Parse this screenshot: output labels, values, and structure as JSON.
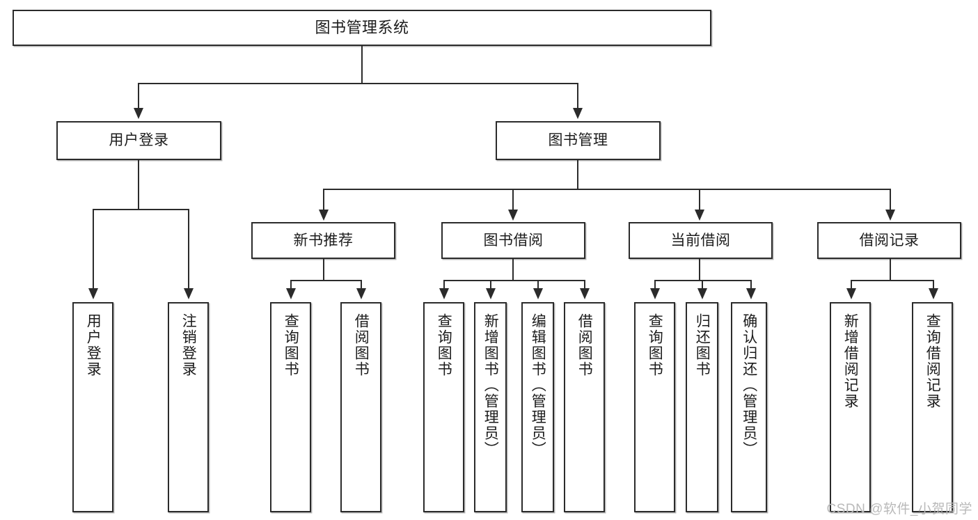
{
  "diagram": {
    "title": "图书管理系统",
    "type": "tree",
    "watermark": "CSDN @软件_小贺同学"
  },
  "nodes": {
    "root": {
      "label": "图书管理系统"
    },
    "level2": [
      {
        "id": "user-login",
        "label": "用户登录"
      },
      {
        "id": "book-manage",
        "label": "图书管理"
      }
    ],
    "level3": [
      {
        "id": "new-book-recommend",
        "label": "新书推荐"
      },
      {
        "id": "book-borrow",
        "label": "图书借阅"
      },
      {
        "id": "current-borrow",
        "label": "当前借阅"
      },
      {
        "id": "borrow-record",
        "label": "借阅记录"
      }
    ],
    "leaves": {
      "user_login": [
        {
          "id": "leaf-user-login",
          "label": "用户登录"
        },
        {
          "id": "leaf-logout-login",
          "label": "注销登录"
        }
      ],
      "new_book_recommend": [
        {
          "id": "leaf-query-book-1",
          "label": "查询图书"
        },
        {
          "id": "leaf-borrow-book-1",
          "label": "借阅图书"
        }
      ],
      "book_borrow": [
        {
          "id": "leaf-query-book-2",
          "label": "查询图书"
        },
        {
          "id": "leaf-add-book",
          "label": "新增图书（管理员）"
        },
        {
          "id": "leaf-edit-book",
          "label": "编辑图书（管理员）"
        },
        {
          "id": "leaf-borrow-book-2",
          "label": "借阅图书"
        }
      ],
      "current_borrow": [
        {
          "id": "leaf-query-book-3",
          "label": "查询图书"
        },
        {
          "id": "leaf-return-book",
          "label": "归还图书"
        },
        {
          "id": "leaf-confirm-return",
          "label": "确认归还（管理员）"
        }
      ],
      "borrow_record": [
        {
          "id": "leaf-add-record",
          "label": "新增借阅记录"
        },
        {
          "id": "leaf-query-record",
          "label": "查询借阅记录"
        }
      ]
    }
  },
  "colors": {
    "border": "#2b2b2b",
    "background": "#ffffff",
    "text": "#1c1c1c",
    "watermark": "#b9b9b9"
  }
}
